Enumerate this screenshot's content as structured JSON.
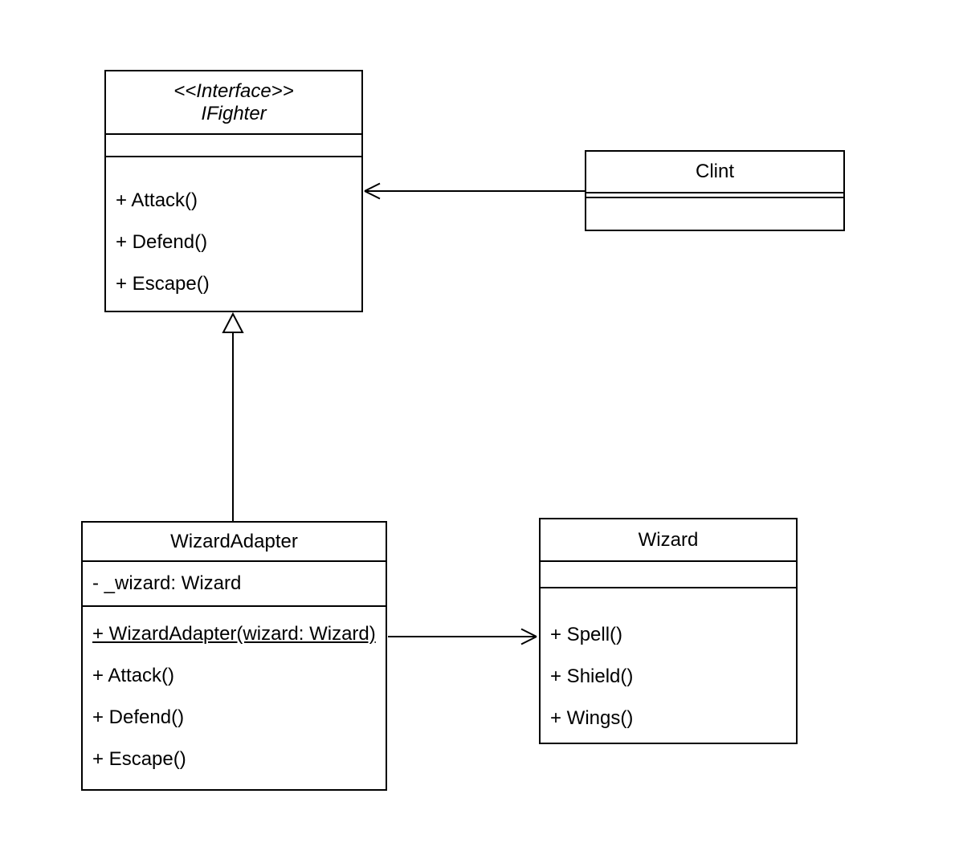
{
  "diagram": {
    "kind": "uml-class-diagram",
    "background_color": "#ffffff",
    "stroke_color": "#000000",
    "classes": {
      "ifighter": {
        "stereotype": "<<Interface>>",
        "name": "IFighter",
        "attributes": [],
        "methods": [
          "+ Attack()",
          "+ Defend()",
          "+ Escape()"
        ]
      },
      "clint": {
        "name": "Clint",
        "attributes": [],
        "methods": []
      },
      "wizardadapter": {
        "name": "WizardAdapter",
        "attributes": [
          "- _wizard: Wizard"
        ],
        "methods": [
          "+ WizardAdapter(wizard: Wizard)",
          "+ Attack()",
          "+ Defend()",
          "+ Escape()"
        ],
        "underlined_method": "+ WizardAdapter(wizard: Wizard)"
      },
      "wizard": {
        "name": "Wizard",
        "attributes": [],
        "methods": [
          "+ Spell()",
          "+ Shield()",
          "+ Wings()"
        ]
      }
    },
    "relationships": [
      {
        "from": "Clint",
        "to": "IFighter",
        "type": "association",
        "line": "solid",
        "arrowhead": "open"
      },
      {
        "from": "WizardAdapter",
        "to": "IFighter",
        "type": "generalization",
        "line": "solid",
        "arrowhead": "hollow-triangle"
      },
      {
        "from": "WizardAdapter",
        "to": "Wizard",
        "type": "association",
        "line": "solid",
        "arrowhead": "open"
      }
    ]
  }
}
